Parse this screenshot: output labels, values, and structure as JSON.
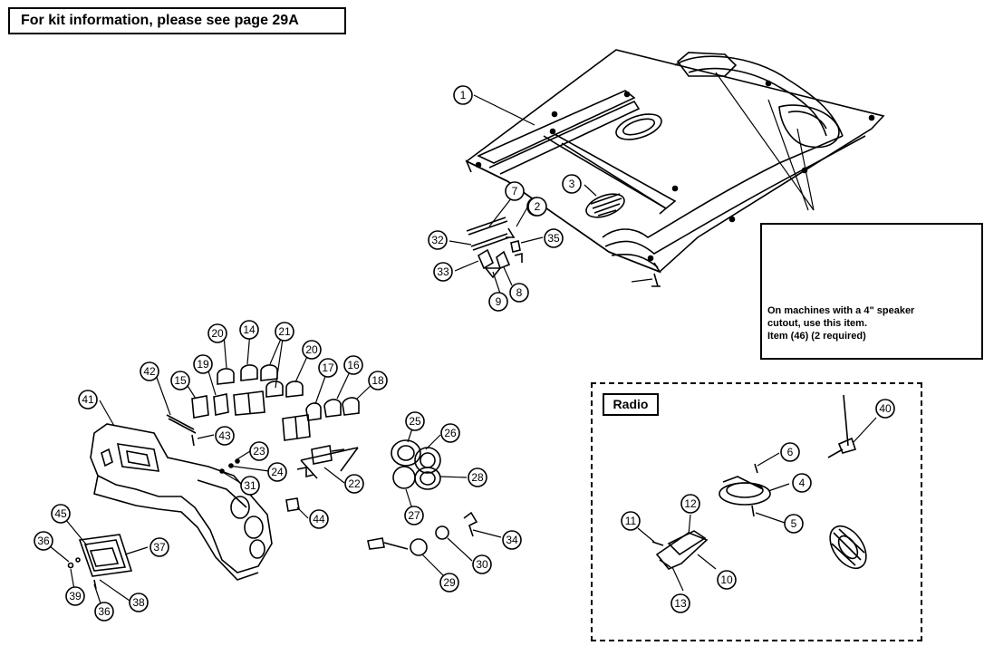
{
  "header": {
    "kit_info": "For kit information, please see page 29A"
  },
  "speaker_callout": {
    "lines": [
      "On machines with a 4\" speaker",
      "cutout, use this item.",
      "Item (46) (2 required)"
    ]
  },
  "radio_section": {
    "label": "Radio"
  },
  "callouts": [
    "1",
    "2",
    "3",
    "7",
    "2",
    "35",
    "32",
    "33",
    "9",
    "8",
    "20",
    "14",
    "21",
    "20",
    "19",
    "15",
    "17",
    "16",
    "18",
    "42",
    "41",
    "43",
    "23",
    "24",
    "31",
    "22",
    "25",
    "26",
    "28",
    "27",
    "44",
    "45",
    "37",
    "36",
    "39",
    "36",
    "38",
    "34",
    "29",
    "30",
    "40",
    "6",
    "4",
    "5",
    "12",
    "11",
    "10",
    "13"
  ]
}
